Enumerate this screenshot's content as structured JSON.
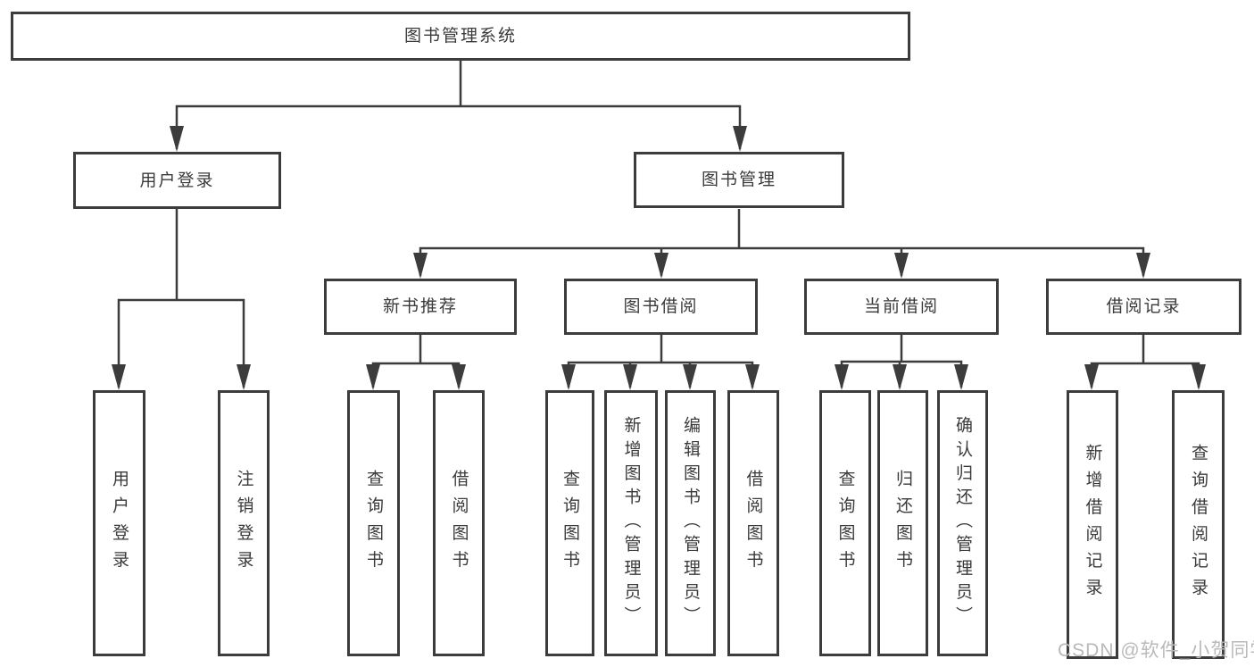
{
  "nodes": {
    "root": "图书管理系统",
    "user_login": "用户登录",
    "book_mgmt": "图书管理",
    "new_books": "新书推荐",
    "book_borrow": "图书借阅",
    "current_borrow": "当前借阅",
    "borrow_records": "借阅记录",
    "leaf_login": "用户登录",
    "leaf_logout": "注销登录",
    "leaf_nb_query": "查询图书",
    "leaf_nb_borrow": "借阅图书",
    "leaf_bb_query": "查询图书",
    "leaf_bb_add": "新增图书（管理员）",
    "leaf_bb_edit": "编辑图书（管理员）",
    "leaf_bb_borrow": "借阅图书",
    "leaf_cb_query": "查询图书",
    "leaf_cb_return": "归还图书",
    "leaf_cb_confirm": "确认归还（管理员）",
    "leaf_br_add": "新增借阅记录",
    "leaf_br_query": "查询借阅记录"
  },
  "watermark": "CSDN @软件_小贺同学",
  "colors": {
    "line": "#3c3c3c",
    "text": "#3a3a3a",
    "watermark": "#b9b9b9",
    "background": "#ffffff"
  }
}
